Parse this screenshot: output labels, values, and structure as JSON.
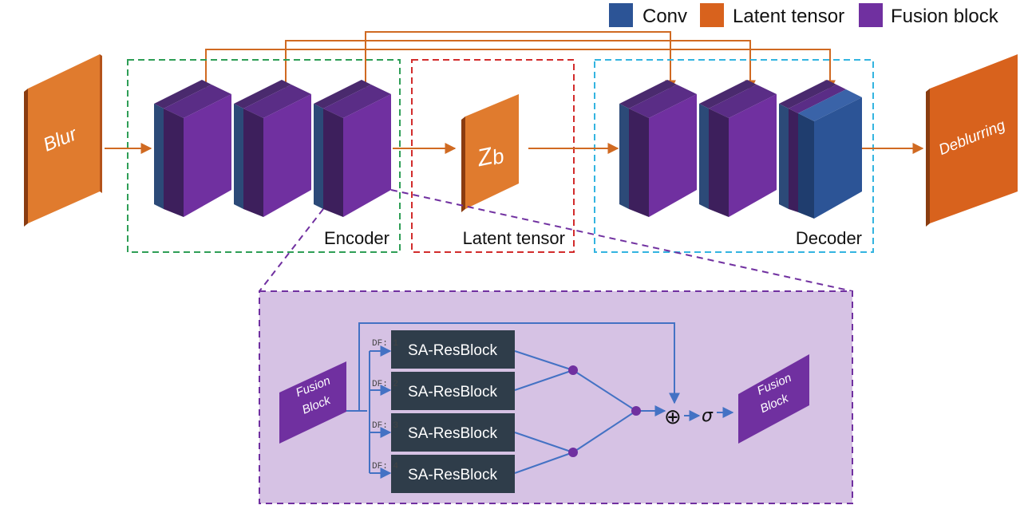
{
  "colors": {
    "conv": "#2c5496",
    "latent": "#d8621d",
    "fusion": "#7030a0",
    "arrow_orange": "#d06a22",
    "arrow_blue": "#4472c4",
    "encoder_border": "#2e9e56",
    "latent_border": "#d22c2c",
    "decoder_border": "#33b4e0",
    "detail_border": "#7030a0",
    "detail_fill": "#d6c2e4",
    "resblock_fill": "#2f3d4a",
    "node_fill": "#7030a0"
  },
  "legend": {
    "items": [
      {
        "label": "Conv",
        "color": "#2c5496"
      },
      {
        "label": "Latent tensor",
        "color": "#d8621d"
      },
      {
        "label": "Fusion block",
        "color": "#7030a0"
      }
    ]
  },
  "input": {
    "label": "Blur"
  },
  "output": {
    "label": "Deblurring"
  },
  "latent": {
    "symbol": "Z",
    "symbol_sub": "b"
  },
  "regions": {
    "encoder": "Encoder",
    "latent": "Latent tensor",
    "decoder": "Decoder"
  },
  "detail": {
    "input_label_line1": "Fusion",
    "input_label_line2": "Block",
    "output_label_line1": "Fusion",
    "output_label_line2": "Block",
    "resblocks": [
      {
        "label": "SA-ResBlock",
        "df": "DF: 1"
      },
      {
        "label": "SA-ResBlock",
        "df": "DF: 2"
      },
      {
        "label": "SA-ResBlock",
        "df": "DF: 3"
      },
      {
        "label": "SA-ResBlock",
        "df": "DF: 4"
      }
    ],
    "sum_symbol": "⊕",
    "sigma_symbol": "σ"
  }
}
